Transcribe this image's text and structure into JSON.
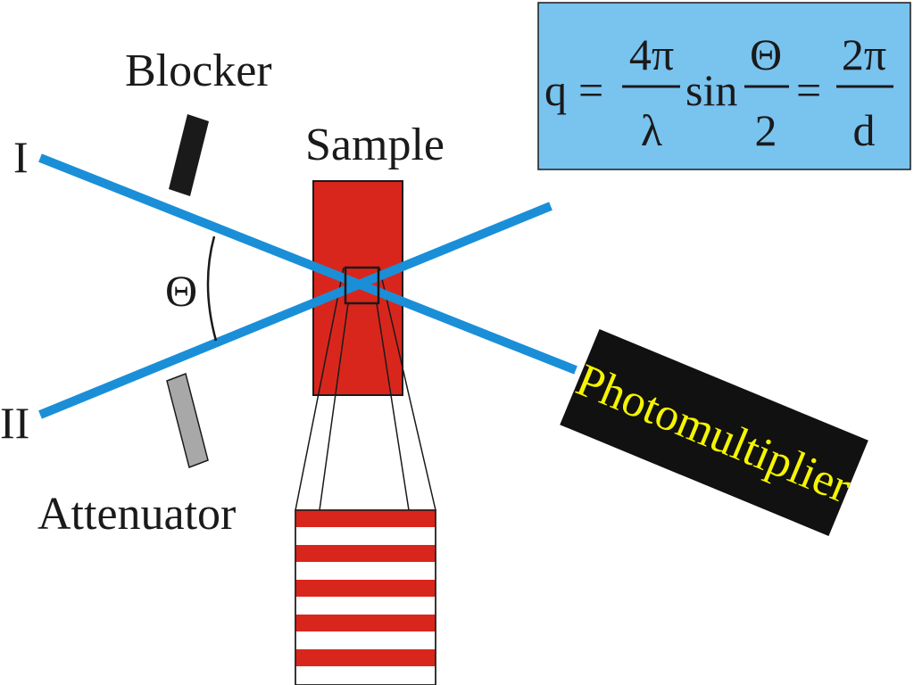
{
  "labels": {
    "blocker": "Blocker",
    "sample": "Sample",
    "attenuator": "Attenuator",
    "photomultiplier": "Photomultiplier",
    "beam_one": "I",
    "beam_two": "II",
    "angle": "Θ"
  },
  "formula": {
    "lhs": "q",
    "eq1": "=",
    "frac1_num": "4π",
    "frac1_den": "λ",
    "func": "sin",
    "frac2_num": "Θ",
    "frac2_den": "2",
    "eq2": "=",
    "frac3_num": "2π",
    "frac3_den": "d"
  },
  "colors": {
    "beam": "#1a8fd8",
    "sample": "#d9261c",
    "formula_box": "#79c3ef",
    "detector": "#111111",
    "detector_text": "#f5f500",
    "blocker": "#1a1a1a",
    "attenuator": "#a8a8a8",
    "stripe_red": "#d9261c"
  }
}
